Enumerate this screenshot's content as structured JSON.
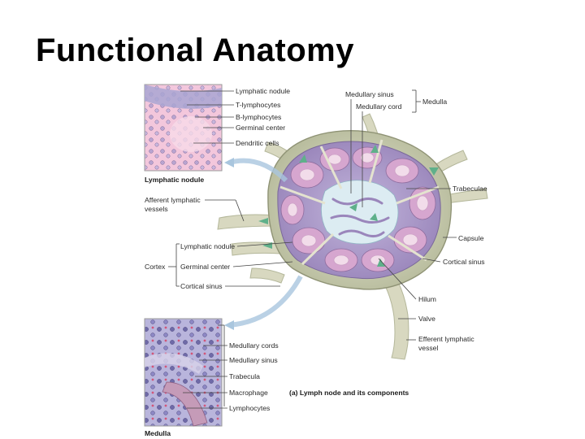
{
  "title": "Functional Anatomy",
  "inset_top": {
    "caption": "Lymphatic nodule",
    "labels": [
      "Lymphatic nodule",
      "T-lymphocytes",
      "B-lymphocytes",
      "Germinal center",
      "Dendritic cells"
    ]
  },
  "inset_bottom": {
    "caption": "Medulla",
    "labels": [
      "Medullary cords",
      "Medullary sinus",
      "Trabecula",
      "Macrophage",
      "Lymphocytes"
    ]
  },
  "left_labels": {
    "afferent_1": "Afferent lymphatic",
    "afferent_2": "vessels",
    "cortex": "Cortex",
    "cortex_items": [
      "Lymphatic nodule",
      "Germinal center",
      "Cortical sinus"
    ]
  },
  "top_labels": {
    "medullary_sinus": "Medullary sinus",
    "medullary_cord": "Medullary cord",
    "medulla": "Medulla"
  },
  "right_labels": {
    "trabeculae": "Trabeculae",
    "capsule": "Capsule",
    "cortical_sinus": "Cortical sinus",
    "hilum": "Hilum",
    "valve": "Valve",
    "efferent_1": "Efferent lymphatic",
    "efferent_2": "vessel"
  },
  "figure_caption": "(a) Lymph node and its components",
  "colors": {
    "capsule": "#c9ccb3",
    "cortex": "#a995c6",
    "nodule": "#d6a6cf",
    "germinal": "#f2dcea",
    "sinus": "#dcecf2",
    "vessel": "#d8d8c0",
    "arrow": "#5fb08a"
  }
}
